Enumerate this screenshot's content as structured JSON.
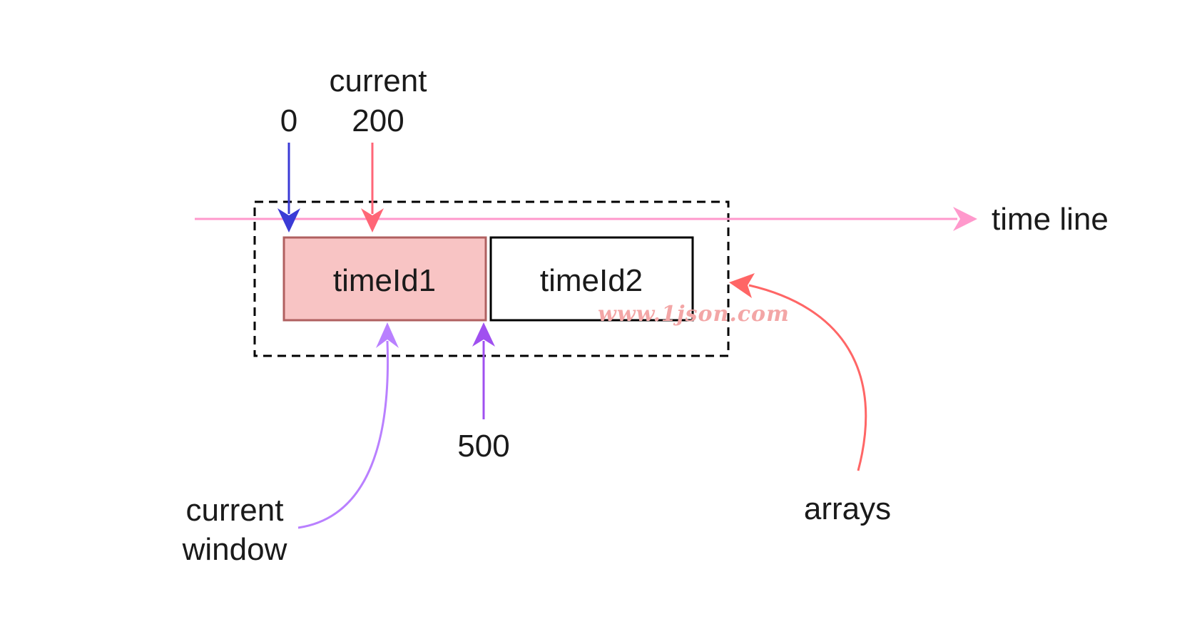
{
  "labels": {
    "timeline": "time line",
    "zero": "0",
    "current_title": "current",
    "current_value": "200",
    "five_hundred": "500",
    "current_window_line1": "current",
    "current_window_line2": "window",
    "arrays": "arrays"
  },
  "boxes": {
    "box1": "timeId1",
    "box2": "timeId2"
  },
  "watermark": "www.1json.com",
  "colors": {
    "timeline": "#ff99cc",
    "zero_arrow": "#3b3bd6",
    "current_arrow": "#ff6677",
    "window_arrow": "#b980ff",
    "marker_500_arrow": "#a050f0",
    "arrays_arrow": "#ff6666",
    "box1_fill": "#f8c4c4",
    "box1_stroke": "#b06060",
    "box2_stroke": "#000000",
    "dashed_border": "#000000"
  }
}
